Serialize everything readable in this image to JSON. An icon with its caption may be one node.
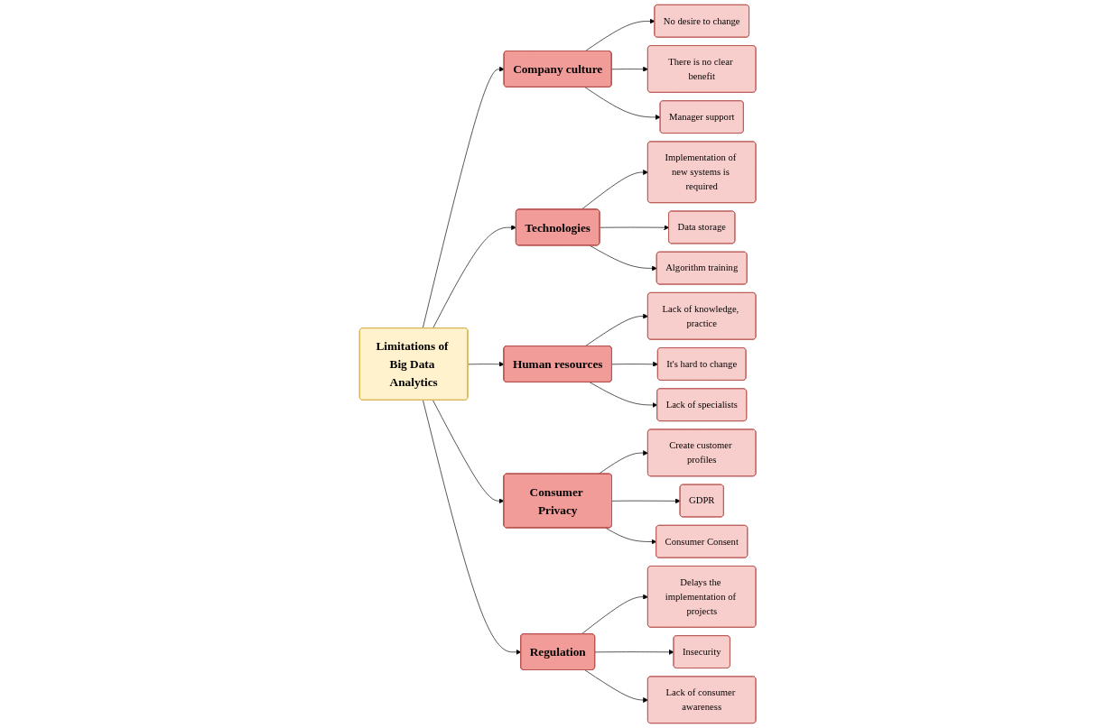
{
  "diagram": {
    "nodes": [
      {
        "text": [
          "Limitations of Big Data Analytics"
        ]
      },
      {
        "text": [
          "Company culture"
        ]
      },
      {
        "text": [
          "No desire to change"
        ]
      },
      {
        "text": [
          "There is no clear benefit"
        ]
      },
      {
        "text": [
          "Manager support"
        ]
      },
      {
        "text": [
          "Technologies"
        ]
      },
      {
        "text": [
          "Implementation of new systems is required"
        ]
      },
      {
        "text": [
          "Data storage"
        ]
      },
      {
        "text": [
          "Algorithm training"
        ]
      },
      {
        "text": [
          "Human resources"
        ]
      },
      {
        "text": [
          "Lack of knowledge, practice"
        ]
      },
      {
        "text": [
          "It's hard to change"
        ]
      },
      {
        "text": [
          "Lack of specialists"
        ]
      },
      {
        "text": [
          "Consumer Privacy"
        ]
      },
      {
        "text": [
          "Create customer profiles"
        ]
      },
      {
        "text": [
          "GDPR"
        ]
      },
      {
        "text": [
          "Consumer Consent"
        ]
      },
      {
        "text": [
          "Regulation"
        ]
      },
      {
        "text": [
          "Delays the implementation of projects"
        ]
      },
      {
        "text": [
          "Insecurity"
        ]
      },
      {
        "text": [
          "Lack of consumer awareness"
        ]
      }
    ],
    "edges": [
      {
        "from": 0,
        "to": 1,
        "arrow": "to"
      },
      {
        "from": 0,
        "to": 5,
        "arrow": "to"
      },
      {
        "from": 0,
        "to": 9,
        "arrow": "to"
      },
      {
        "from": 0,
        "to": 13,
        "arrow": "to"
      },
      {
        "from": 0,
        "to": 17,
        "arrow": "to"
      },
      {
        "from": 1,
        "to": 2,
        "arrow": "to"
      },
      {
        "from": 1,
        "to": 3,
        "arrow": "to"
      },
      {
        "from": 1,
        "to": 4,
        "arrow": "to"
      },
      {
        "from": 5,
        "to": 6,
        "arrow": "to"
      },
      {
        "from": 5,
        "to": 7,
        "arrow": "to"
      },
      {
        "from": 5,
        "to": 8,
        "arrow": "to"
      },
      {
        "from": 9,
        "to": 10,
        "arrow": "to"
      },
      {
        "from": 9,
        "to": 11,
        "arrow": "to"
      },
      {
        "from": 9,
        "to": 12,
        "arrow": "to"
      },
      {
        "from": 13,
        "to": 14,
        "arrow": "to"
      },
      {
        "from": 13,
        "to": 15,
        "arrow": "to"
      },
      {
        "from": 13,
        "to": 16,
        "arrow": "to"
      },
      {
        "from": 17,
        "to": 18,
        "arrow": "to"
      },
      {
        "from": 17,
        "to": 19,
        "arrow": "to"
      },
      {
        "from": 17,
        "to": 20,
        "arrow": "to"
      }
    ]
  }
}
